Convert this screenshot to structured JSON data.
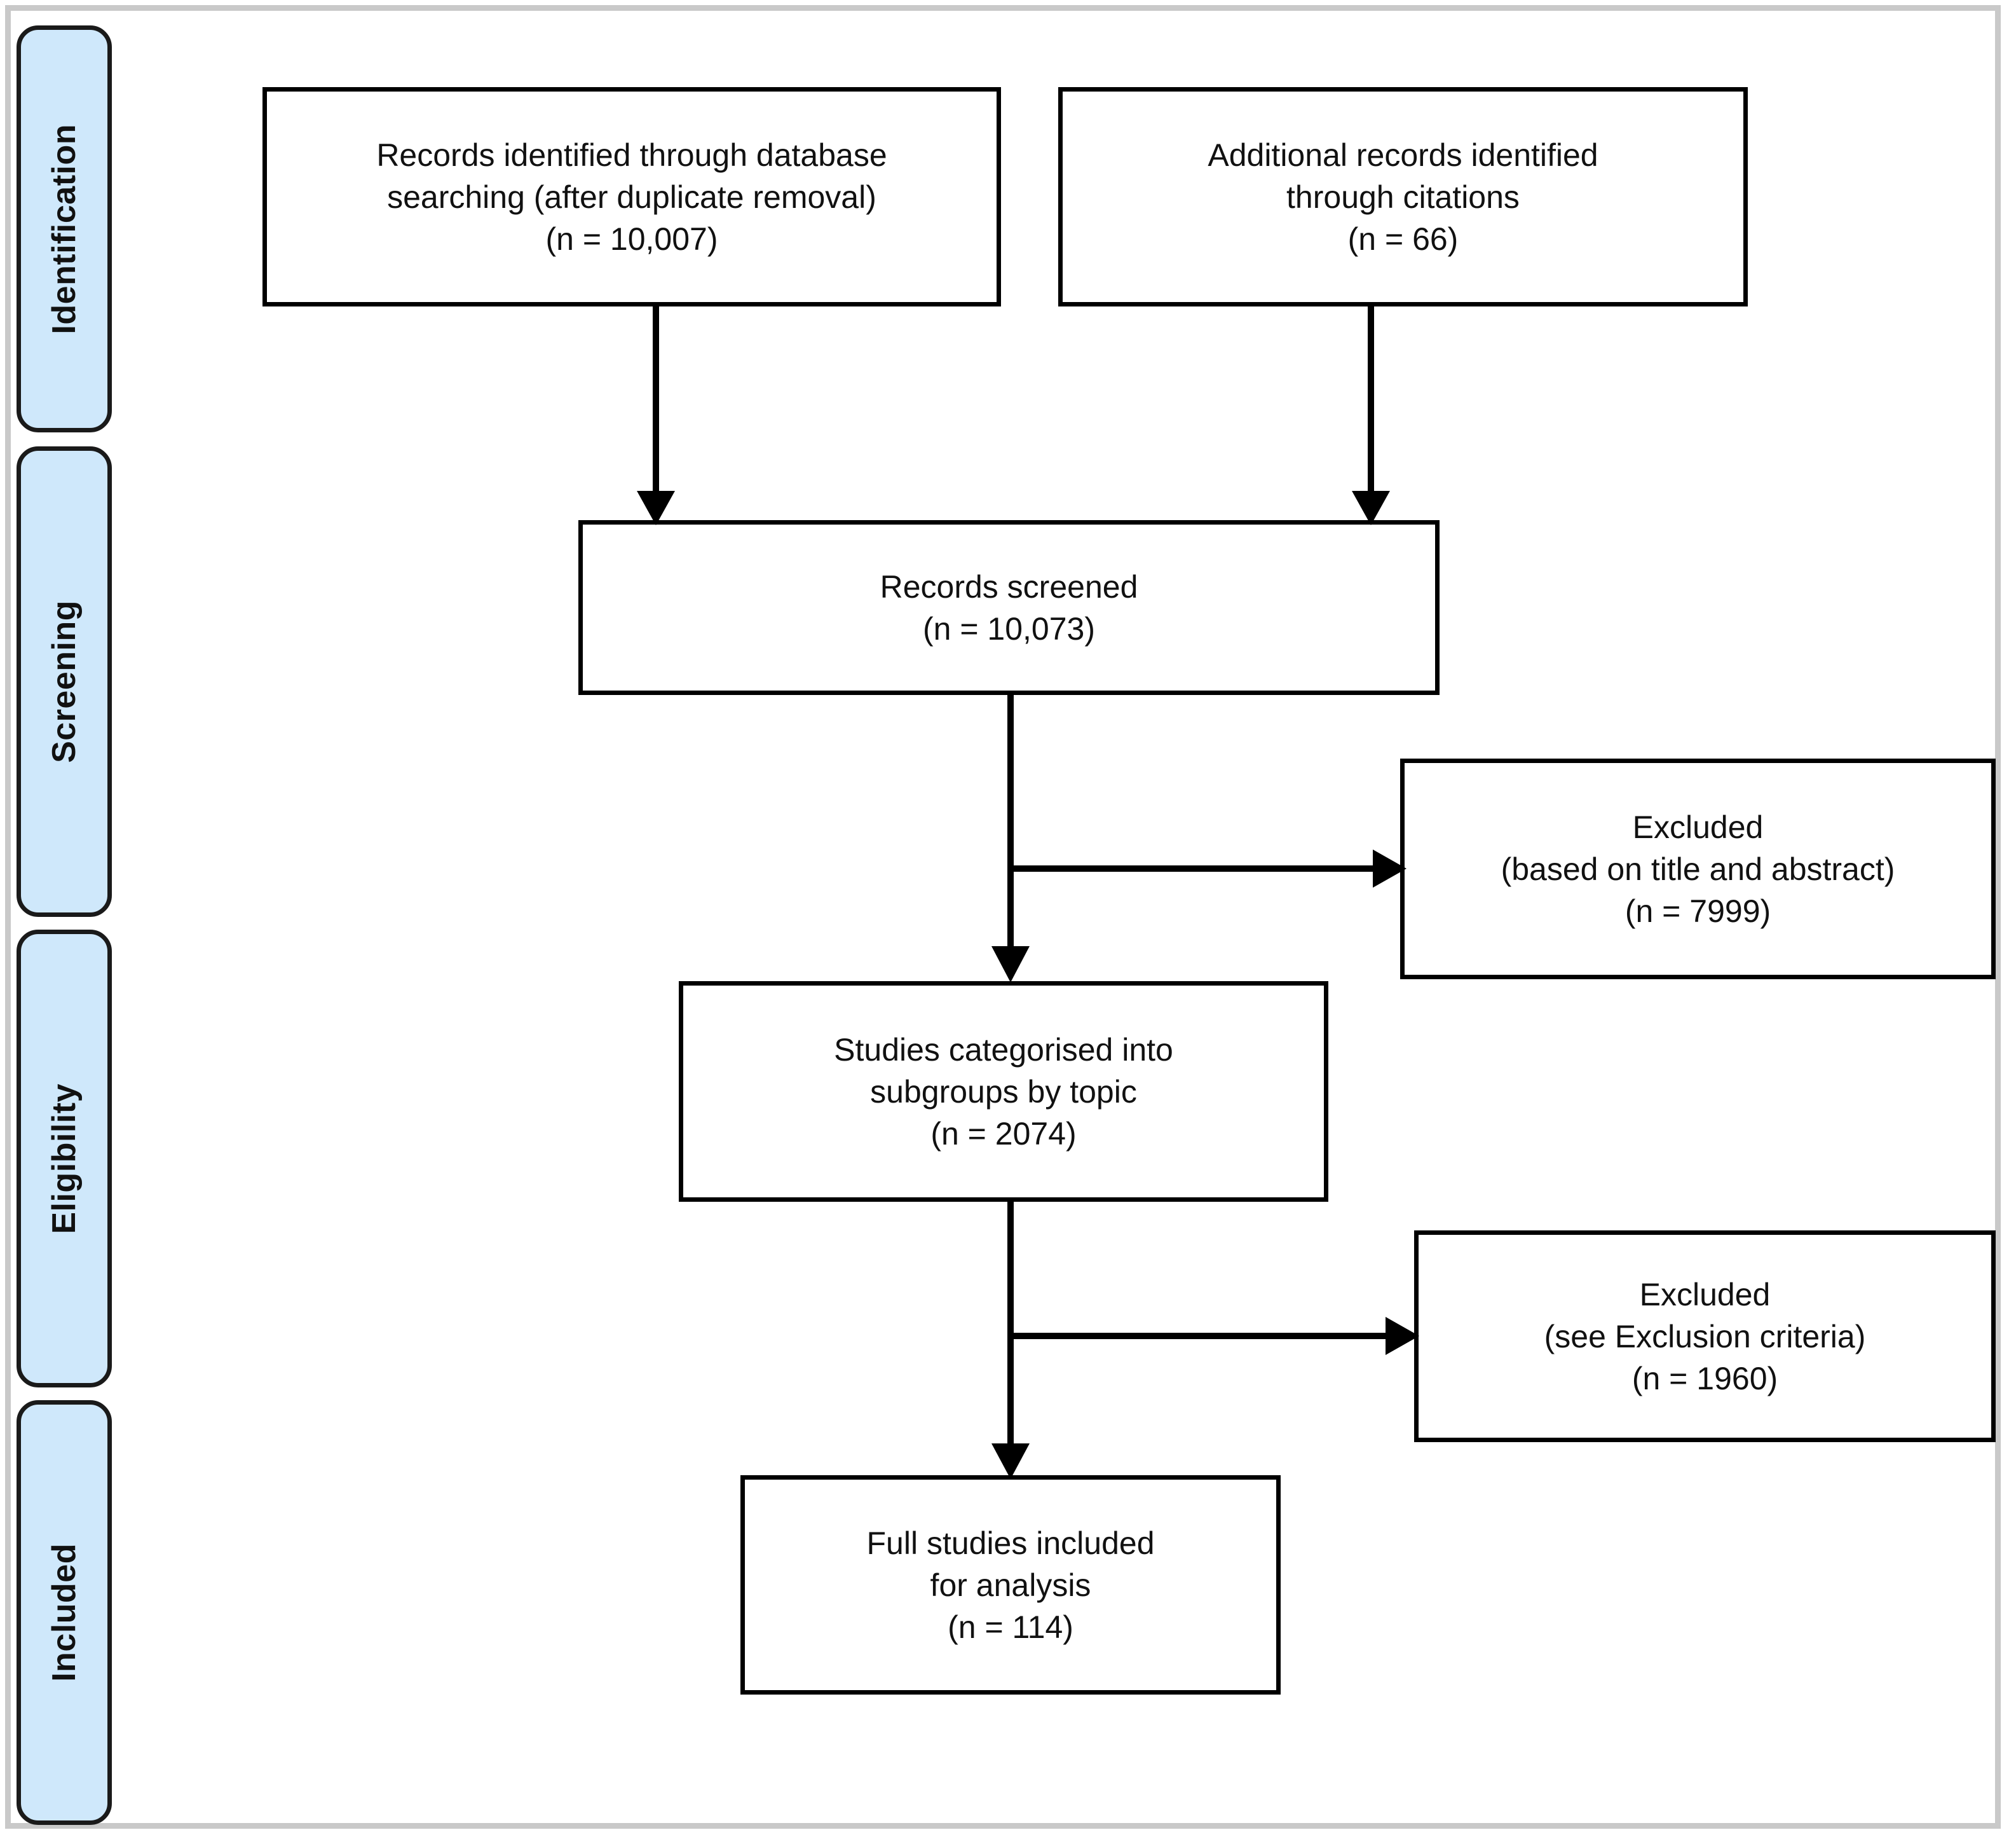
{
  "figure": {
    "type": "prisma-flow-diagram",
    "frame_color": "#c9c9c9",
    "box_border_color": "#000000",
    "pill_fill_color": "#cfe8fb",
    "connector_color": "#000000",
    "background": "#ffffff"
  },
  "stages": [
    {
      "label": "Identification"
    },
    {
      "label": "Screening"
    },
    {
      "label": "Eligibility"
    },
    {
      "label": "Included"
    }
  ],
  "boxes": {
    "db_search": {
      "lines": [
        "Records identified through database",
        "searching (after duplicate removal)",
        "(n = 10,007)"
      ],
      "count_label": "(n = 10,007)",
      "count": 10007
    },
    "citations": {
      "lines": [
        "Additional records identified",
        "through citations",
        "(n = 66)"
      ],
      "count_label": "(n = 66)",
      "count": 66
    },
    "screened": {
      "lines": [
        "Records screened",
        "(n = 10,073)"
      ],
      "count_label": "(n = 10,073)",
      "count": 10073
    },
    "excluded_title_abstract": {
      "lines": [
        "Excluded",
        "(based on title and abstract)",
        "(n = 7999)"
      ],
      "count_label": "(n = 7999)",
      "count": 7999
    },
    "categorised": {
      "lines": [
        "Studies categorised into",
        "subgroups by topic",
        "(n = 2074)"
      ],
      "count_label": "(n = 2074)",
      "count": 2074
    },
    "excluded_criteria": {
      "lines": [
        "Excluded",
        "(see Exclusion criteria)",
        "(n = 1960)"
      ],
      "count_label": "(n = 1960)",
      "count": 1960
    },
    "included": {
      "lines": [
        "Full studies included",
        "for analysis",
        "(n = 114)"
      ],
      "count_label": "(n = 114)",
      "count": 114
    }
  },
  "flows": [
    {
      "from": "db_search",
      "to": "screened",
      "kind": "down-arrow"
    },
    {
      "from": "citations",
      "to": "screened",
      "kind": "down-arrow"
    },
    {
      "from": "screened",
      "to": "categorised",
      "kind": "down-arrow"
    },
    {
      "from": "screened",
      "to": "excluded_title_abstract",
      "kind": "right-arrow"
    },
    {
      "from": "categorised",
      "to": "included",
      "kind": "down-arrow"
    },
    {
      "from": "categorised",
      "to": "excluded_criteria",
      "kind": "right-arrow"
    }
  ]
}
